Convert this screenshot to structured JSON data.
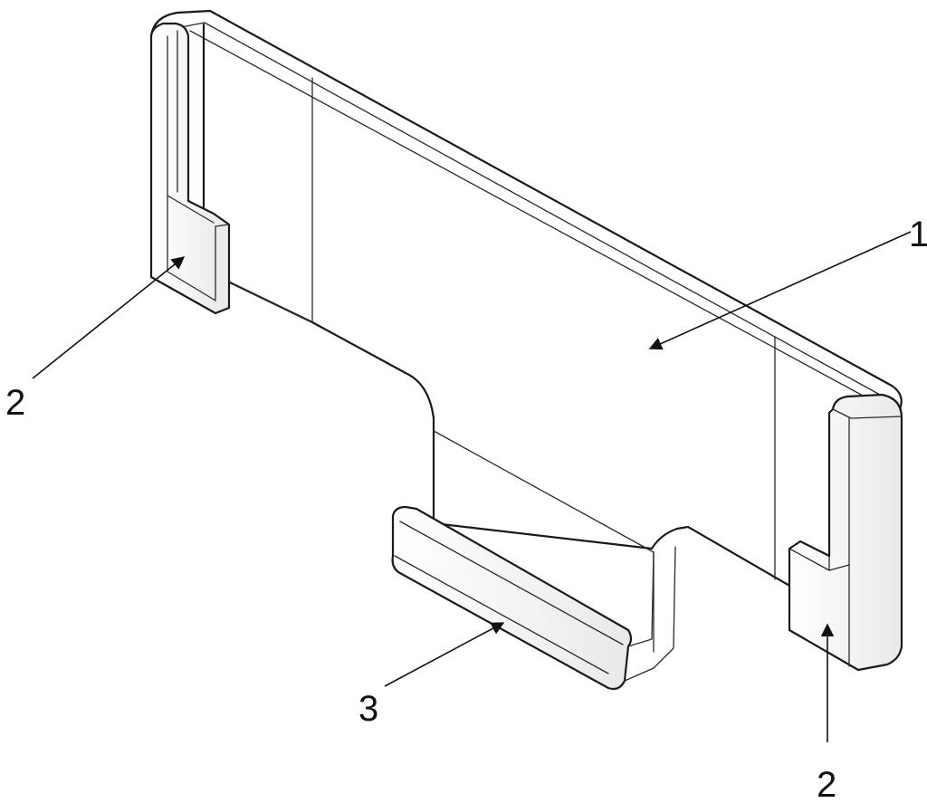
{
  "figure": {
    "callouts": [
      {
        "id": "panel",
        "number": "1"
      },
      {
        "id": "hook-left",
        "number": "2"
      },
      {
        "id": "hook-right",
        "number": "2"
      },
      {
        "id": "front-lip",
        "number": "3"
      }
    ]
  }
}
